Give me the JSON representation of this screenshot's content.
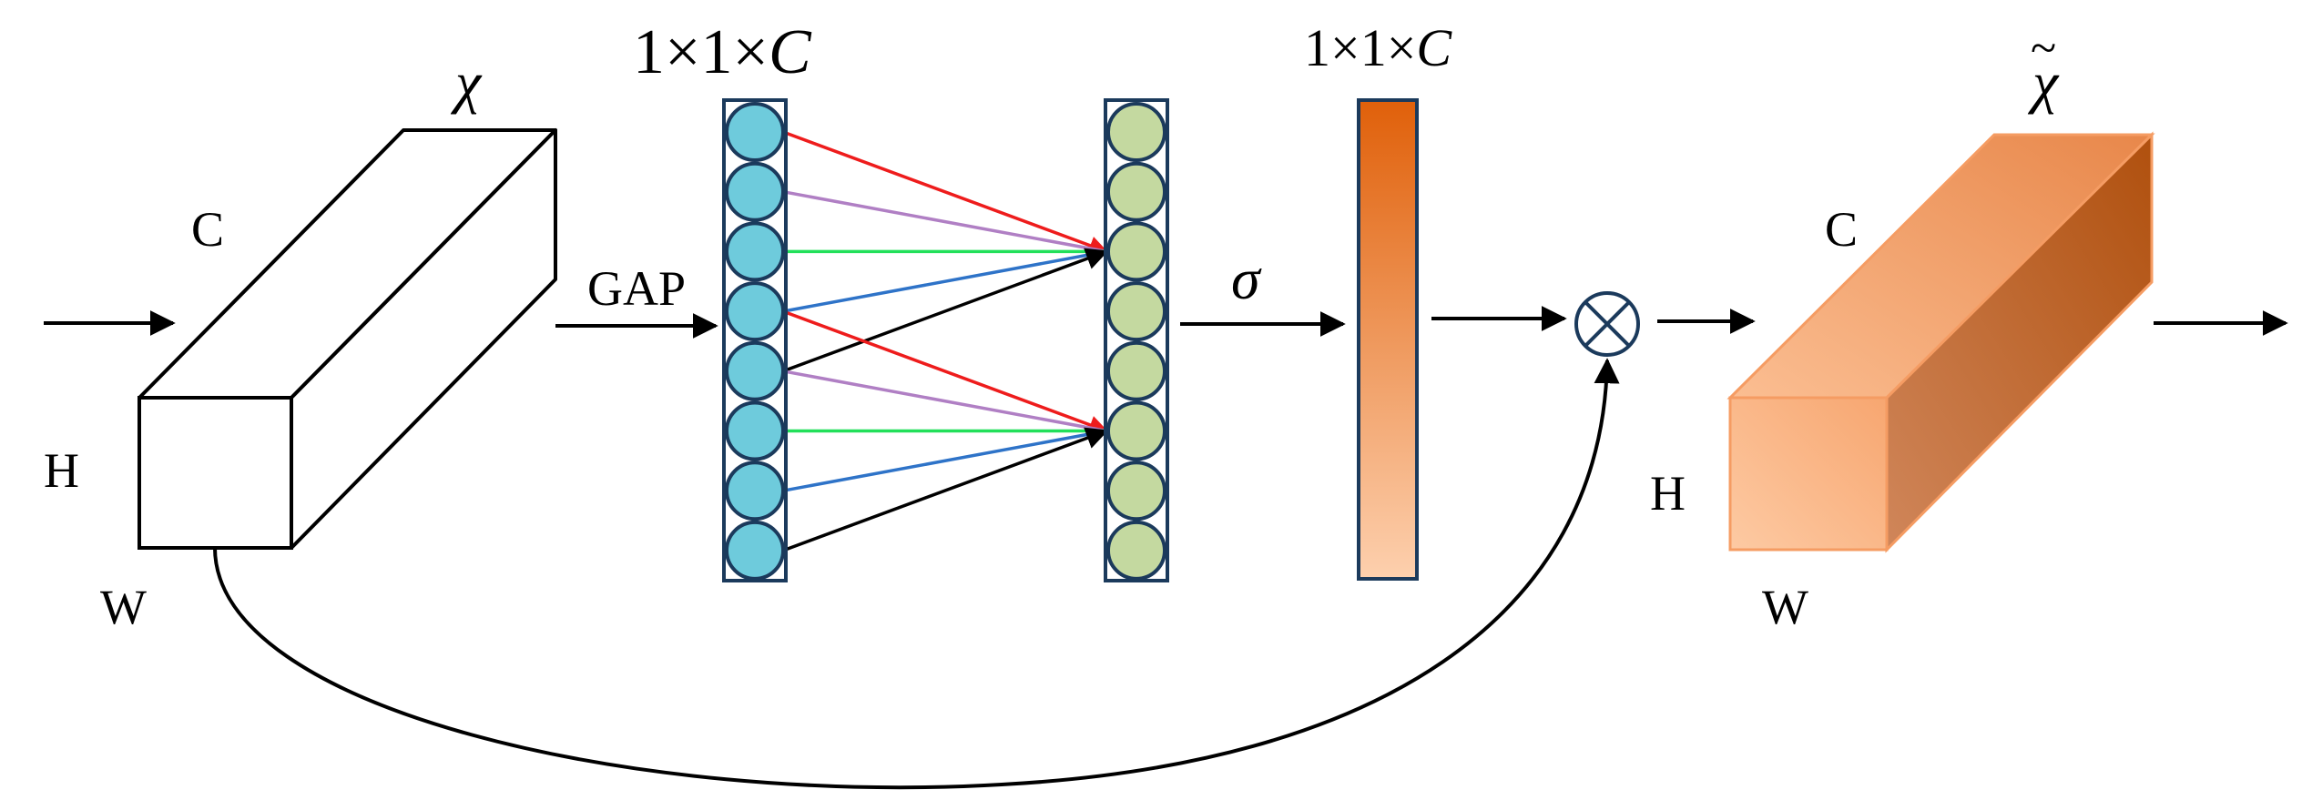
{
  "labels": {
    "input_symbol": "χ",
    "input_c": "C",
    "input_h": "H",
    "input_w": "W",
    "gap": "GAP",
    "fc_dims": "1×1×",
    "fc_dims_c": "C",
    "sigma": "σ",
    "weight_dims": "1×1×",
    "weight_dims_c": "C",
    "output_symbol": "χ",
    "output_tilde": "~",
    "output_c": "C",
    "output_h": "H",
    "output_w": "W",
    "multiply_symbol": "⊗"
  },
  "colors": {
    "line": "#000000",
    "blue_node": "#6ECBDC",
    "green_node": "#C4D9A0",
    "node_border": "#1B3A5C",
    "red_edge": "#EE1C1C",
    "purple_edge": "#B07FC4",
    "green_edge": "#22E05A",
    "blue_edge": "#2E73C8",
    "black_edge": "#000000",
    "bar_top": "#E0600A",
    "bar_bottom": "#FDD0AE",
    "cube_front": "#FBB98A",
    "cube_top": "#F0A06A",
    "cube_side": "#B8581E"
  },
  "nodes": {
    "left_column_count": 8,
    "right_column_count": 8
  }
}
